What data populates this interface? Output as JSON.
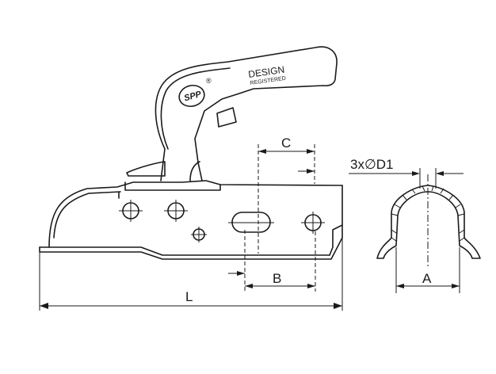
{
  "logo_text": "SPP",
  "trademark_symbol": "®",
  "handle_text": {
    "line1": "DESIGN",
    "line2": "REGISTERED"
  },
  "dimensions": {
    "C": "C",
    "B": "B",
    "L": "L",
    "A": "A",
    "D1": "3x∅D1"
  }
}
